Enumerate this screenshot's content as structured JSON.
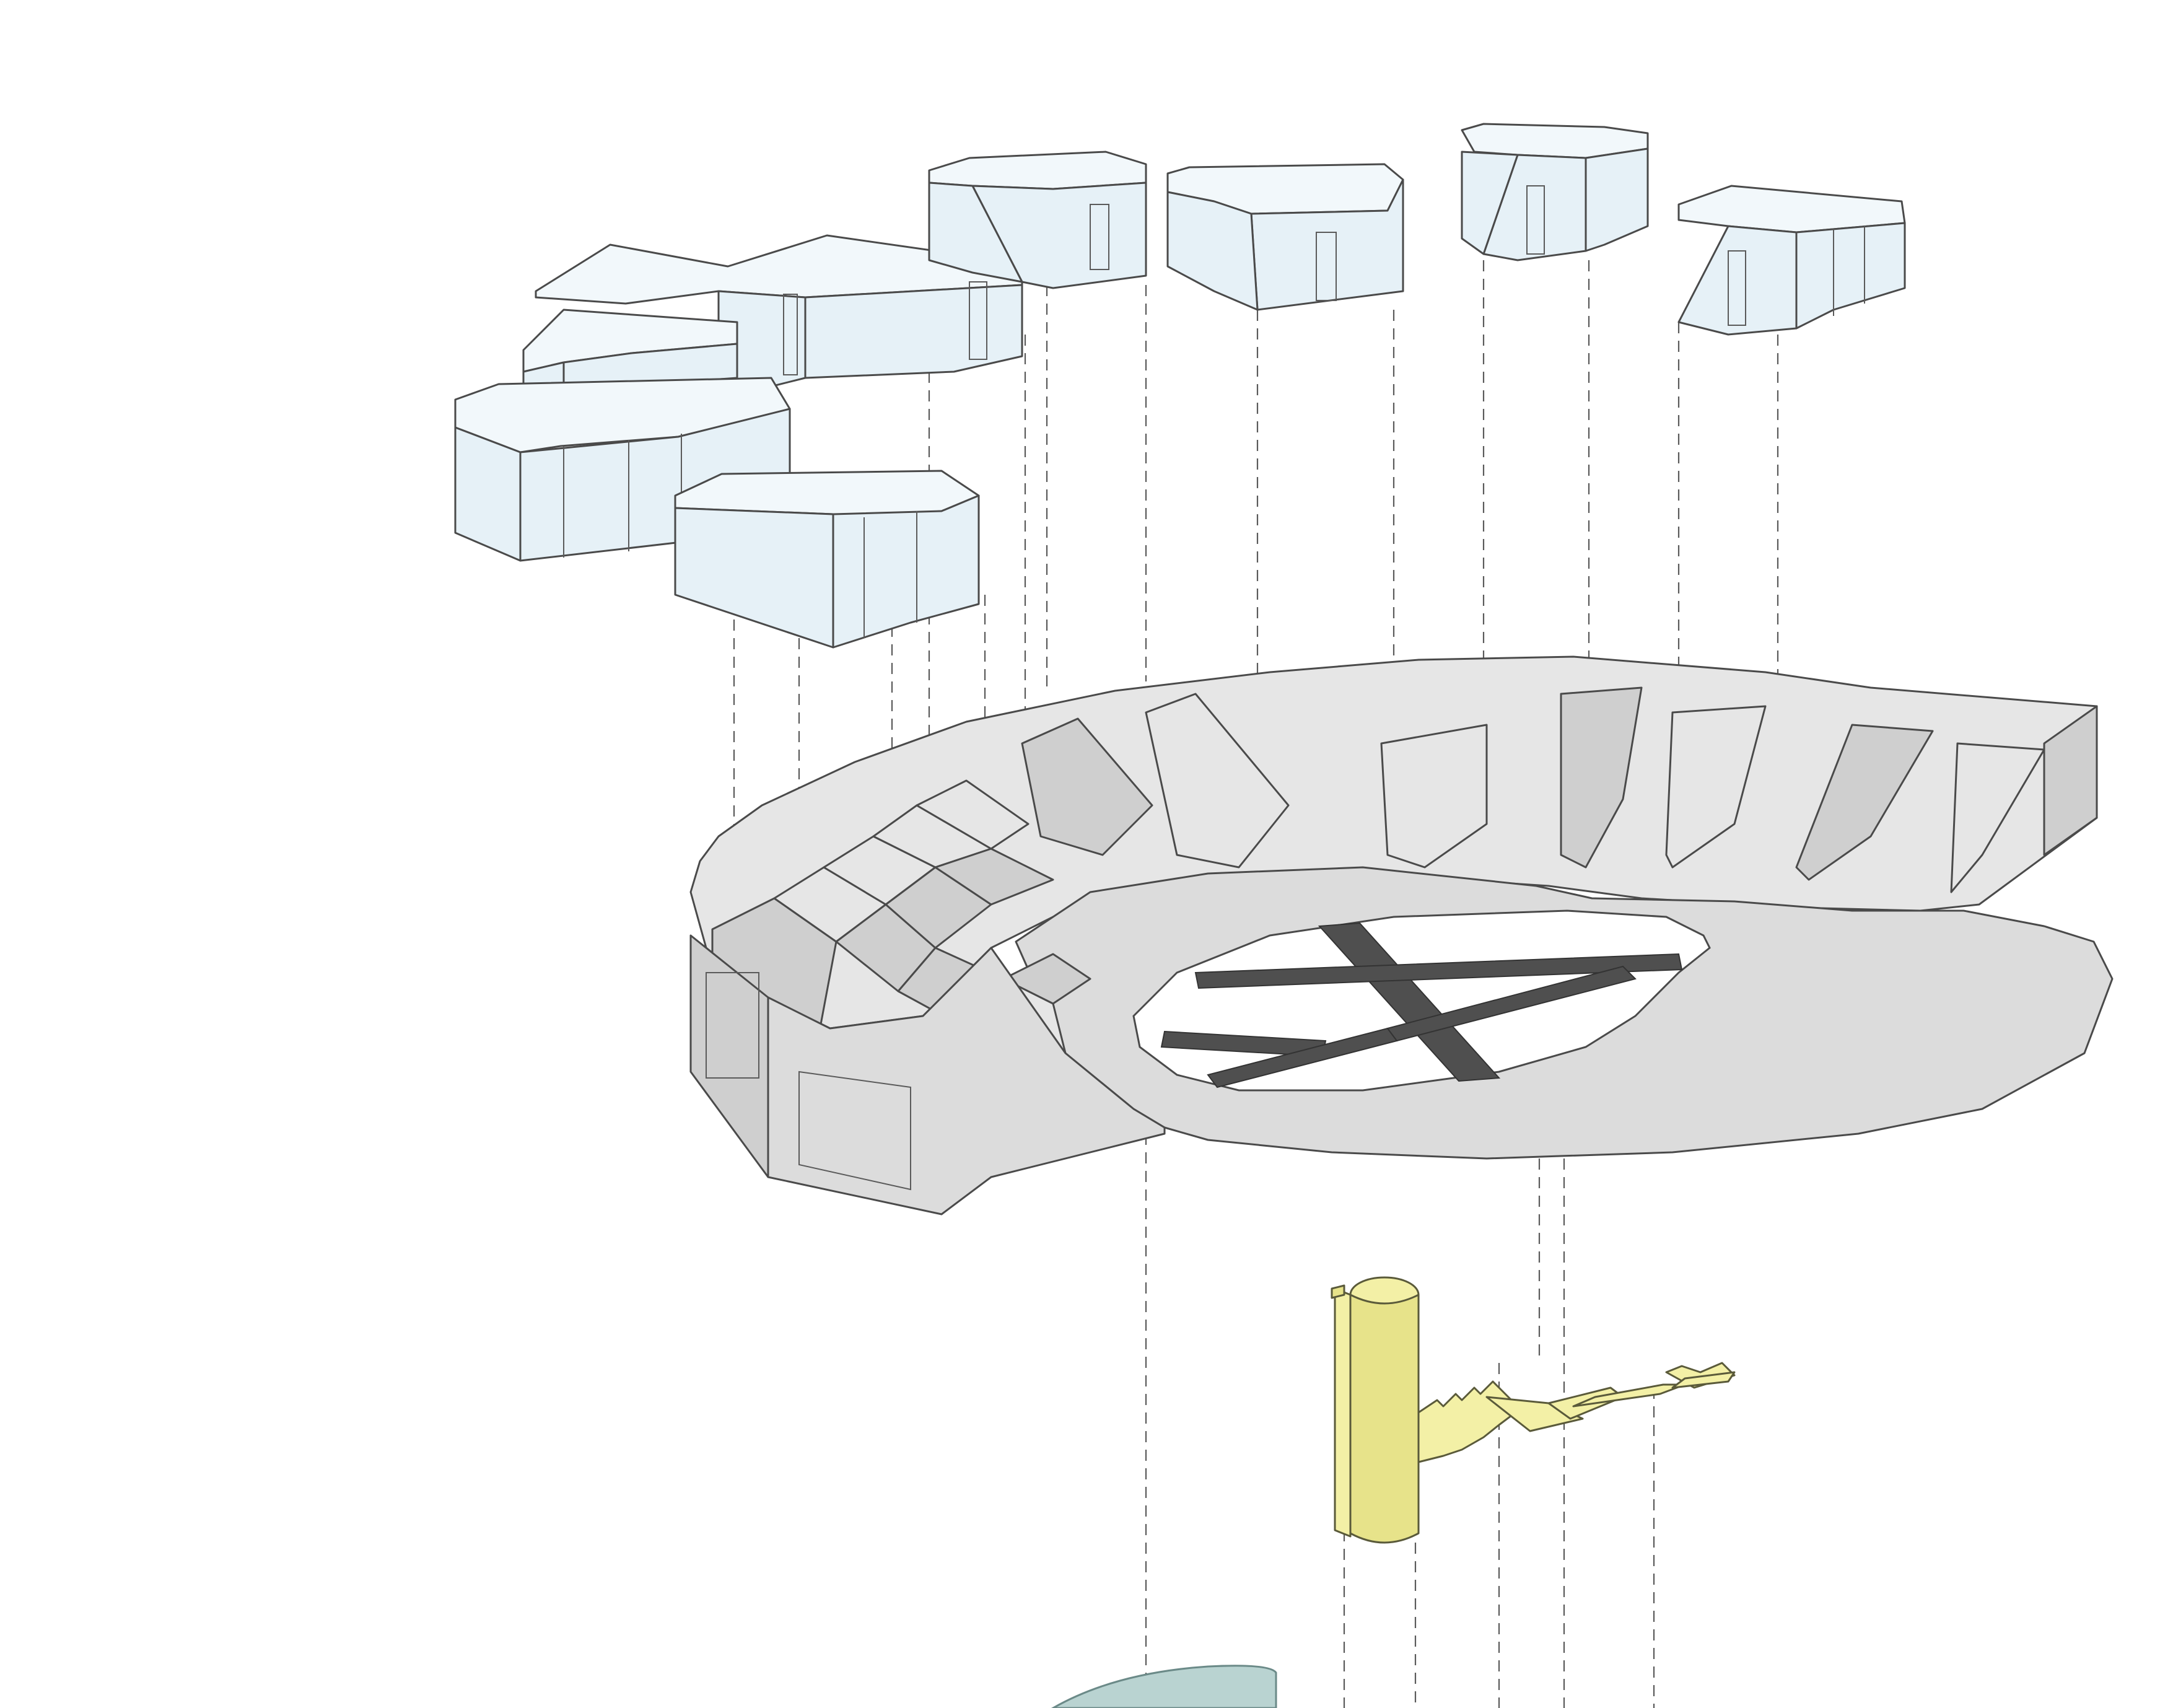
{
  "diagram": {
    "palette": {
      "background": "#ffffff",
      "volume_fill": "#e6f1f7",
      "concrete_fill": "#dcdcdc",
      "circulation_fill": "#f3f0a6",
      "water_fill": "#b9d3d1",
      "line": "#4a4a4a"
    },
    "layers": [
      {
        "id": "upper-volumes",
        "count": 8
      },
      {
        "id": "amphitheatre-base",
        "count": 1
      },
      {
        "id": "stair-core",
        "count": 1
      },
      {
        "id": "ground-water",
        "count": 1
      }
    ]
  }
}
